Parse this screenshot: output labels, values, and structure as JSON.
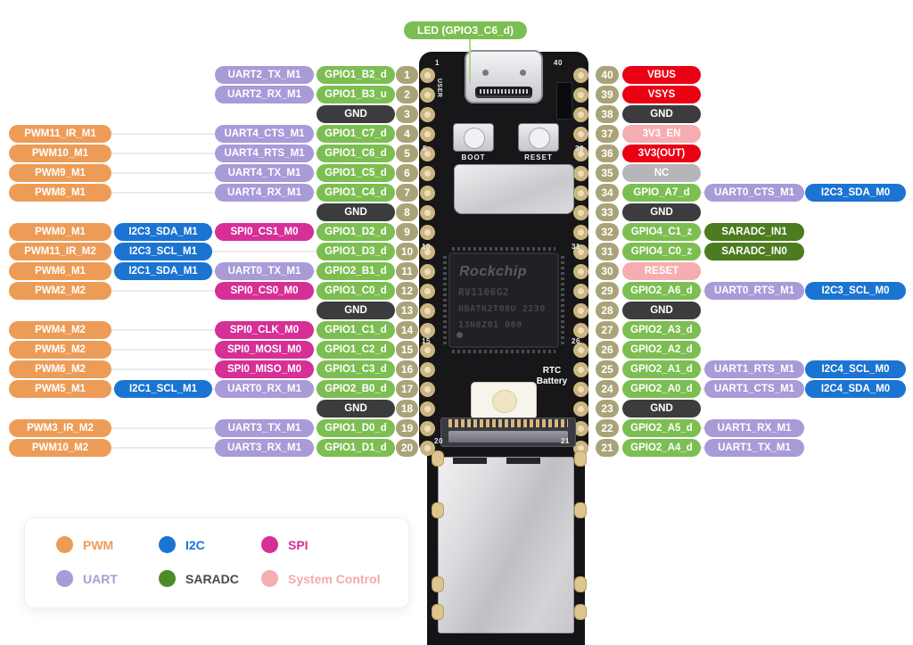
{
  "led_callout": {
    "label": "LED (GPIO3_C6_d)"
  },
  "colors": {
    "pwm": "#ED9C57",
    "uart": "#A99AD8",
    "gpio": "#7CBE51",
    "gnd": "#3C3C3E",
    "i2c": "#1B74D1",
    "spi": "#D62F96",
    "power": "#EA0013",
    "sysctl": "#F5ADB1",
    "nc": "#B6B6BA",
    "saradc": "#4D7B20",
    "pin_badge": "#A9A378",
    "led_badge": "#7CBE51",
    "led_line": "#AED97F"
  },
  "pins_left": [
    {
      "pin": "1",
      "badges": [
        null,
        null,
        [
          "UART2_TX_M1",
          "uart"
        ],
        [
          "GPIO1_B2_d",
          "gpio"
        ]
      ]
    },
    {
      "pin": "2",
      "badges": [
        null,
        null,
        [
          "UART2_RX_M1",
          "uart"
        ],
        [
          "GPIO1_B3_u",
          "gpio"
        ]
      ]
    },
    {
      "pin": "3",
      "badges": [
        null,
        null,
        null,
        [
          "GND",
          "gnd"
        ]
      ]
    },
    {
      "pin": "4",
      "badges": [
        [
          "PWM11_IR_M1",
          "pwm"
        ],
        null,
        [
          "UART4_CTS_M1",
          "uart"
        ],
        [
          "GPIO1_C7_d",
          "gpio"
        ]
      ]
    },
    {
      "pin": "5",
      "badges": [
        [
          "PWM10_M1",
          "pwm"
        ],
        null,
        [
          "UART4_RTS_M1",
          "uart"
        ],
        [
          "GPIO1_C6_d",
          "gpio"
        ]
      ]
    },
    {
      "pin": "6",
      "badges": [
        [
          "PWM9_M1",
          "pwm"
        ],
        null,
        [
          "UART4_TX_M1",
          "uart"
        ],
        [
          "GPIO1_C5_d",
          "gpio"
        ]
      ]
    },
    {
      "pin": "7",
      "badges": [
        [
          "PWM8_M1",
          "pwm"
        ],
        null,
        [
          "UART4_RX_M1",
          "uart"
        ],
        [
          "GPIO1_C4_d",
          "gpio"
        ]
      ]
    },
    {
      "pin": "8",
      "badges": [
        null,
        null,
        null,
        [
          "GND",
          "gnd"
        ]
      ]
    },
    {
      "pin": "9",
      "badges": [
        [
          "PWM0_M1",
          "pwm"
        ],
        [
          "I2C3_SDA_M1",
          "i2c"
        ],
        [
          "SPI0_CS1_M0",
          "spi"
        ],
        [
          "GPIO1_D2_d",
          "gpio"
        ]
      ]
    },
    {
      "pin": "10",
      "badges": [
        [
          "PWM11_IR_M2",
          "pwm"
        ],
        [
          "I2C3_SCL_M1",
          "i2c"
        ],
        null,
        [
          "GPIO1_D3_d",
          "gpio"
        ]
      ]
    },
    {
      "pin": "11",
      "badges": [
        [
          "PWM6_M1",
          "pwm"
        ],
        [
          "I2C1_SDA_M1",
          "i2c"
        ],
        [
          "UART0_TX_M1",
          "uart"
        ],
        [
          "GPIO2_B1_d",
          "gpio"
        ]
      ]
    },
    {
      "pin": "12",
      "badges": [
        [
          "PWM2_M2",
          "pwm"
        ],
        null,
        [
          "SPI0_CS0_M0",
          "spi"
        ],
        [
          "GPIO1_C0_d",
          "gpio"
        ]
      ]
    },
    {
      "pin": "13",
      "badges": [
        null,
        null,
        null,
        [
          "GND",
          "gnd"
        ]
      ]
    },
    {
      "pin": "14",
      "badges": [
        [
          "PWM4_M2",
          "pwm"
        ],
        null,
        [
          "SPI0_CLK_M0",
          "spi"
        ],
        [
          "GPIO1_C1_d",
          "gpio"
        ]
      ]
    },
    {
      "pin": "15",
      "badges": [
        [
          "PWM5_M2",
          "pwm"
        ],
        null,
        [
          "SPI0_MOSI_M0",
          "spi"
        ],
        [
          "GPIO1_C2_d",
          "gpio"
        ]
      ]
    },
    {
      "pin": "16",
      "badges": [
        [
          "PWM6_M2",
          "pwm"
        ],
        null,
        [
          "SPI0_MISO_M0",
          "spi"
        ],
        [
          "GPIO1_C3_d",
          "gpio"
        ]
      ]
    },
    {
      "pin": "17",
      "badges": [
        [
          "PWM5_M1",
          "pwm"
        ],
        [
          "I2C1_SCL_M1",
          "i2c"
        ],
        [
          "UART0_RX_M1",
          "uart"
        ],
        [
          "GPIO2_B0_d",
          "gpio"
        ]
      ]
    },
    {
      "pin": "18",
      "badges": [
        null,
        null,
        null,
        [
          "GND",
          "gnd"
        ]
      ]
    },
    {
      "pin": "19",
      "badges": [
        [
          "PWM3_IR_M2",
          "pwm"
        ],
        null,
        [
          "UART3_TX_M1",
          "uart"
        ],
        [
          "GPIO1_D0_d",
          "gpio"
        ]
      ]
    },
    {
      "pin": "20",
      "badges": [
        [
          "PWM10_M2",
          "pwm"
        ],
        null,
        [
          "UART3_RX_M1",
          "uart"
        ],
        [
          "GPIO1_D1_d",
          "gpio"
        ]
      ]
    }
  ],
  "pins_right": [
    {
      "pin": "40",
      "badges": [
        [
          "VBUS",
          "power"
        ],
        null,
        null
      ]
    },
    {
      "pin": "39",
      "badges": [
        [
          "VSYS",
          "power"
        ],
        null,
        null
      ]
    },
    {
      "pin": "38",
      "badges": [
        [
          "GND",
          "gnd"
        ],
        null,
        null
      ]
    },
    {
      "pin": "37",
      "badges": [
        [
          "3V3_EN",
          "sysctl"
        ],
        null,
        null
      ]
    },
    {
      "pin": "36",
      "badges": [
        [
          "3V3(OUT)",
          "power"
        ],
        null,
        null
      ]
    },
    {
      "pin": "35",
      "badges": [
        [
          "NC",
          "nc"
        ],
        null,
        null
      ]
    },
    {
      "pin": "34",
      "badges": [
        [
          "GPIO_A7_d",
          "gpio"
        ],
        [
          "UART0_CTS_M1",
          "uart"
        ],
        [
          "I2C3_SDA_M0",
          "i2c"
        ]
      ]
    },
    {
      "pin": "33",
      "badges": [
        [
          "GND",
          "gnd"
        ],
        null,
        null
      ]
    },
    {
      "pin": "32",
      "badges": [
        [
          "GPIO4_C1_z",
          "gpio"
        ],
        [
          "SARADC_IN1",
          "saradc"
        ],
        null
      ]
    },
    {
      "pin": "31",
      "badges": [
        [
          "GPIO4_C0_z",
          "gpio"
        ],
        [
          "SARADC_IN0",
          "saradc"
        ],
        null
      ]
    },
    {
      "pin": "30",
      "badges": [
        [
          "RESET",
          "sysctl"
        ],
        null,
        null
      ]
    },
    {
      "pin": "29",
      "badges": [
        [
          "GPIO2_A6_d",
          "gpio"
        ],
        [
          "UART0_RTS_M1",
          "uart"
        ],
        [
          "I2C3_SCL_M0",
          "i2c"
        ]
      ]
    },
    {
      "pin": "28",
      "badges": [
        [
          "GND",
          "gnd"
        ],
        null,
        null
      ]
    },
    {
      "pin": "27",
      "badges": [
        [
          "GPIO2_A3_d",
          "gpio"
        ],
        null,
        null
      ]
    },
    {
      "pin": "26",
      "badges": [
        [
          "GPIO2_A2_d",
          "gpio"
        ],
        null,
        null
      ]
    },
    {
      "pin": "25",
      "badges": [
        [
          "GPIO2_A1_d",
          "gpio"
        ],
        [
          "UART1_RTS_M1",
          "uart"
        ],
        [
          "I2C4_SCL_M0",
          "i2c"
        ]
      ]
    },
    {
      "pin": "24",
      "badges": [
        [
          "GPIO2_A0_d",
          "gpio"
        ],
        [
          "UART1_CTS_M1",
          "uart"
        ],
        [
          "I2C4_SDA_M0",
          "i2c"
        ]
      ]
    },
    {
      "pin": "23",
      "badges": [
        [
          "GND",
          "gnd"
        ],
        null,
        null
      ]
    },
    {
      "pin": "22",
      "badges": [
        [
          "GPIO2_A5_d",
          "gpio"
        ],
        [
          "UART1_RX_M1",
          "uart"
        ],
        null
      ]
    },
    {
      "pin": "21",
      "badges": [
        [
          "GPIO2_A4_d",
          "gpio"
        ],
        [
          "UART1_TX_M1",
          "uart"
        ],
        null
      ]
    }
  ],
  "board": {
    "chip": {
      "brand": "Rockchip",
      "model": "RV1106G2",
      "code1": "HBATK2T08U 2230",
      "code2": "13N0Z01 000"
    },
    "silkscreen": {
      "n1": "1",
      "n40": "40",
      "n5": "5",
      "n36": "36",
      "n10": "10",
      "n31": "31",
      "n15": "15",
      "n26": "26",
      "n20": "20",
      "n21": "21",
      "user": "USER",
      "boot": "BOOT",
      "reset": "RESET",
      "rtc1": "RTC",
      "rtc2": "Battery"
    }
  },
  "legend": {
    "items": [
      {
        "label": "PWM",
        "dot": "#ED9C57",
        "text": "#ED9C57"
      },
      {
        "label": "I2C",
        "dot": "#1B74D1",
        "text": "#1B74D1"
      },
      {
        "label": "SPI",
        "dot": "#D62F96",
        "text": "#D62F96"
      },
      {
        "label": "UART",
        "dot": "#A99AD8",
        "text": "#A99AD8"
      },
      {
        "label": "SARADC",
        "dot": "#4E8A25",
        "text": "#4A4A4A"
      },
      {
        "label": "System Control",
        "dot": "#F5ADB1",
        "text": "#F5A9AE"
      }
    ]
  }
}
